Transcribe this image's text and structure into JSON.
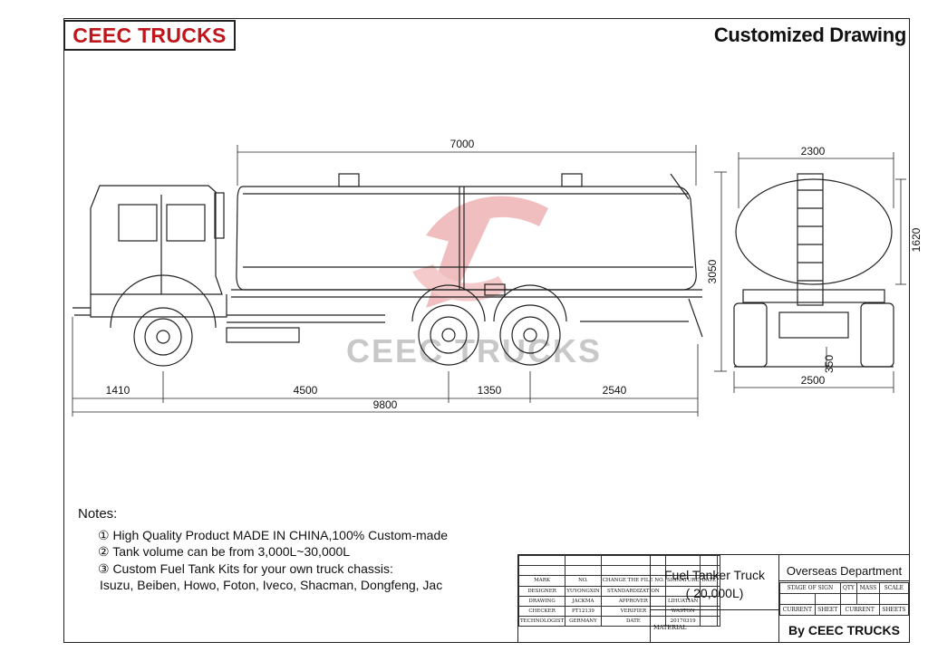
{
  "brand": "CEEC TRUCKS",
  "title": "Customized Drawing",
  "watermark": "CEEC TRUCKS",
  "dimensions": {
    "tank_length": "7000",
    "width_top": "2300",
    "height": "3050",
    "tank_height": "1620",
    "seg1": "1410",
    "seg2": "4500",
    "seg3": "1350",
    "seg4": "2540",
    "overall_length": "9800",
    "width_bottom": "2500",
    "ground_clearance": "350"
  },
  "notes": {
    "heading": "Notes:",
    "items": [
      "① High Quality Product MADE IN CHINA,100% Custom-made",
      "② Tank volume can be from 3,000L~30,000L",
      "③ Custom Fuel Tank Kits for your own truck chassis:"
    ],
    "chassis_list": "Isuzu, Beiben, Howo, Foton, Iveco, Shacman, Dongfeng, Jac"
  },
  "title_block": {
    "product": "Fuel Tanker Truck",
    "capacity": "( 20,000L)",
    "material": "MATERIAL",
    "department": "Overseas Department",
    "by": "By CEEC TRUCKS",
    "grid_rows": [
      [
        "",
        "",
        "",
        "",
        "",
        ""
      ],
      [
        "",
        "",
        "",
        "",
        "",
        ""
      ],
      [
        "MARK",
        "NO.",
        "CHANGE THE FILE NO.",
        "SIGNATURE",
        "DATE",
        ""
      ],
      [
        "DESIGNER",
        "YUYONGXIN",
        "STANDARDIZATION",
        "",
        "",
        ""
      ],
      [
        "DRAWING",
        "JACKMA",
        "APPROVER",
        "LIHUATIAN",
        "",
        ""
      ],
      [
        "CHECKER",
        "PT12139",
        "VERIFIER",
        "WASTON",
        "",
        ""
      ],
      [
        "TECHNOLOGIST",
        "GERMANY",
        "DATE",
        "20170319",
        "",
        ""
      ]
    ],
    "stage_headers": [
      "STAGE OF SIGN",
      "QTY",
      "MASS",
      "SCALE"
    ],
    "sheet_row": [
      "CURRENT",
      "SHEET",
      "CURRENT",
      "SHEETS"
    ]
  }
}
